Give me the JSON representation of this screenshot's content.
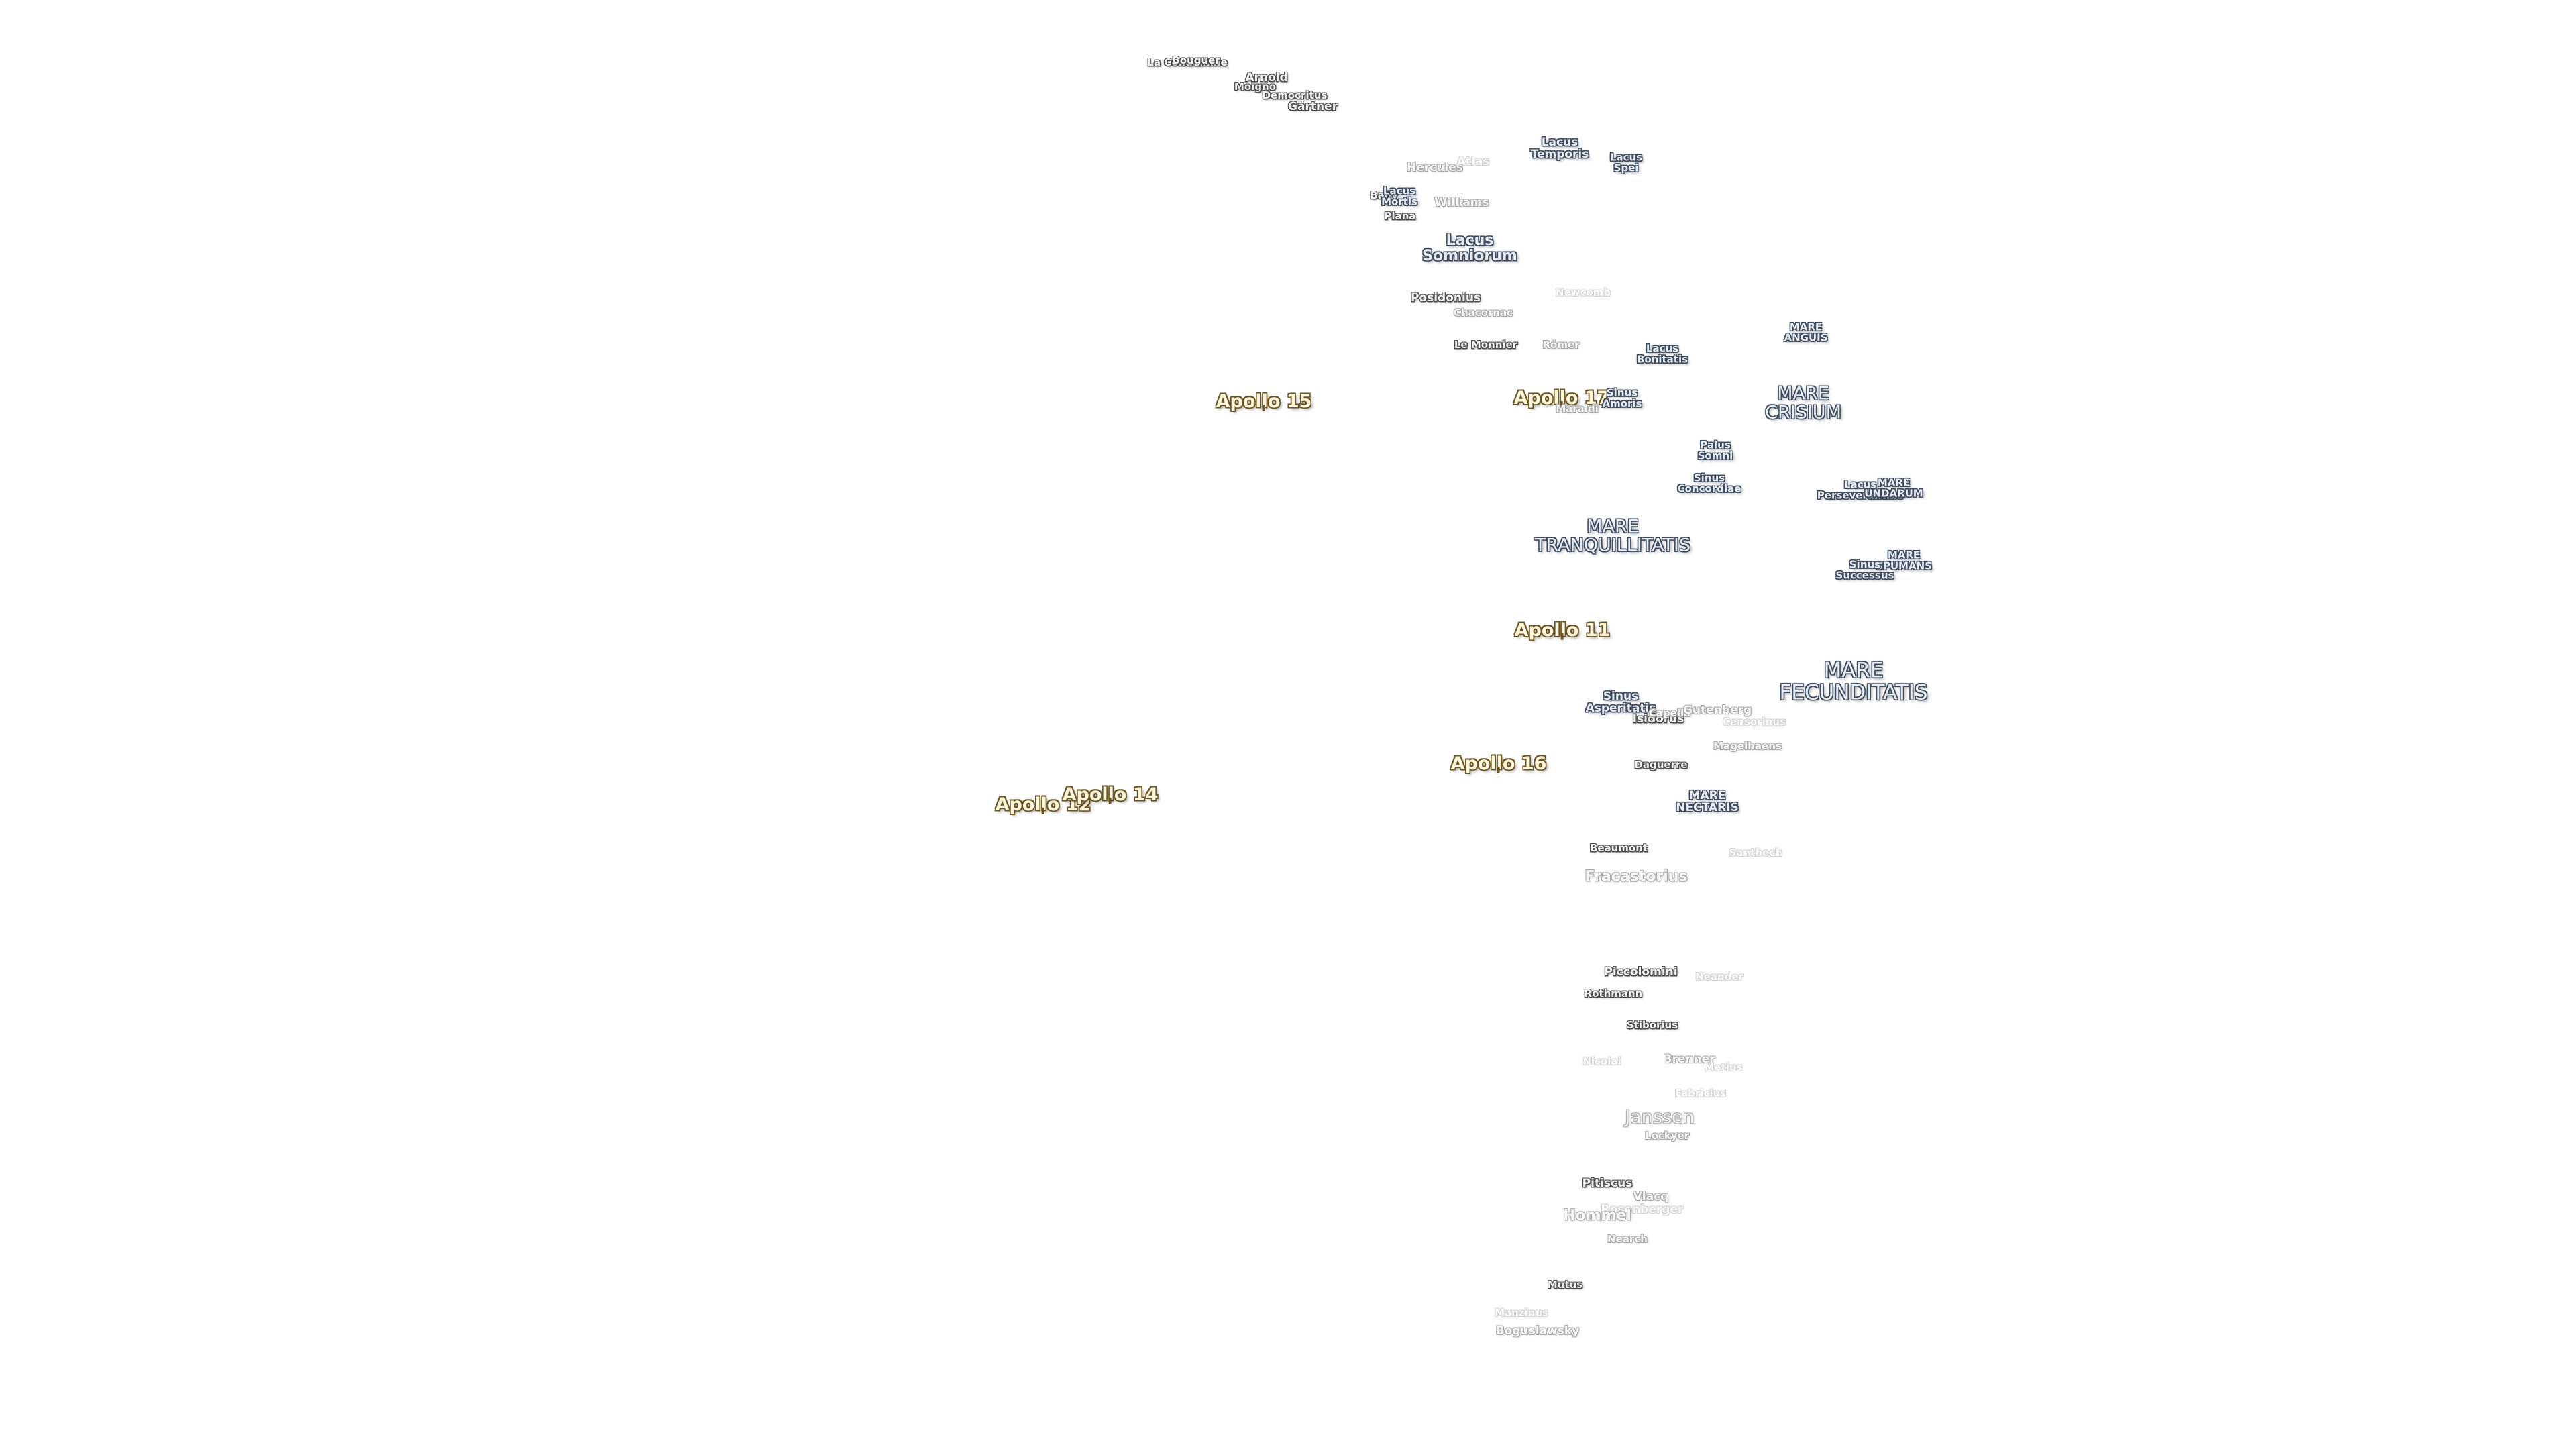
{
  "colors": {
    "background": "#ffffff",
    "mare_fill": "#e9eef5",
    "mare_outline": "#3c4a5e",
    "crater_fill": "#f2f2f2",
    "crater_outline": "#4a4a4a",
    "apollo_fill": "#fff6dd",
    "apollo_outline": "#6b5420"
  },
  "labels": {
    "sinus_asperitatis": [
      "Sinus",
      "Asperitatis"
    ],
    "mare_anguis": [
      "MARE",
      "ANGUIS"
    ],
    "mare_crisium": [
      "MARE",
      "CRISIUM"
    ],
    "lacus_temporis": [
      "Lacus",
      "Temporis"
    ],
    "lacus_spei": [
      "Lacus",
      "Spei"
    ],
    "lacus_mortis": [
      "Lacus",
      "Mortis"
    ],
    "lacus_somniorum": [
      "Lacus",
      "Somniorum"
    ],
    "lacus_bonitatis": [
      "Lacus",
      "Bonitatis"
    ],
    "sinus_amoris": [
      "Sinus",
      "Amoris"
    ],
    "palus_somni": [
      "Palus",
      "Somni"
    ],
    "sinus_concordiae": [
      "Sinus",
      "Concordiae"
    ],
    "lacus_perseverantiae": [
      "Lacus",
      "Perseverantiae"
    ],
    "mare_undarum": [
      "MARE",
      "UNDARUM"
    ],
    "mare_spumans": [
      "MARE",
      "SPUMANS"
    ],
    "sinus_successus": [
      "Sinus",
      "Successus"
    ],
    "mare_tranquillitatis": [
      "MARE",
      "TRANQUILLITATIS"
    ],
    "mare_fecunditatis": [
      "MARE",
      "FECUNDITATIS"
    ],
    "mare_nectaris": [
      "MARE",
      "NECTARIS"
    ],
    "apollo_15": "Apollo 15",
    "apollo_17": "Apollo 17",
    "apollo_11": "Apollo 11",
    "apollo_16": "Apollo 16",
    "apollo_12": "Apollo 12",
    "apollo_14": "Apollo 14",
    "la_condamine": "La Condamine",
    "bouguer": "Bouguer",
    "arnold": "Arnold",
    "moigno": "Moigno",
    "democritus": "Democritus",
    "gartner": "Gärtner",
    "hercules": "Hercules",
    "atlas": "Atlas",
    "baily": "Baily",
    "plana": "Plana",
    "williams": "Williams",
    "posidonius": "Posidonius",
    "chacornac": "Chacornac",
    "newcomb": "Newcomb",
    "le_monnier": "Le Monnier",
    "romer": "Römer",
    "maraldi": "Maraldi",
    "censorinus": "Censorinus",
    "gutenberg": "Gutenberg",
    "isidorus": "Isidorus",
    "capella": "Capella",
    "magelhaens": "Magelhaens",
    "daguerre": "Daguerre",
    "beaumont": "Beaumont",
    "santbech": "Santbech",
    "fracastorius": "Fracastorius",
    "piccolomini": "Piccolomini",
    "neander": "Neander",
    "rothmann": "Rothmann",
    "stiborius": "Stiborius",
    "nicolai": "Nicolai",
    "brenner": "Brenner",
    "metius": "Metius",
    "fabricius": "Fabricius",
    "janssen": "Janssen",
    "lockyer": "Lockyer",
    "pitiscus": "Pitiscus",
    "vlacq": "Vlacq",
    "rosenberger": "Rosenberger",
    "hommel": "Hommel",
    "nearch": "Nearch",
    "mutus": "Mutus",
    "manzinus": "Manzinus",
    "boguslawsky": "Boguslawsky"
  }
}
